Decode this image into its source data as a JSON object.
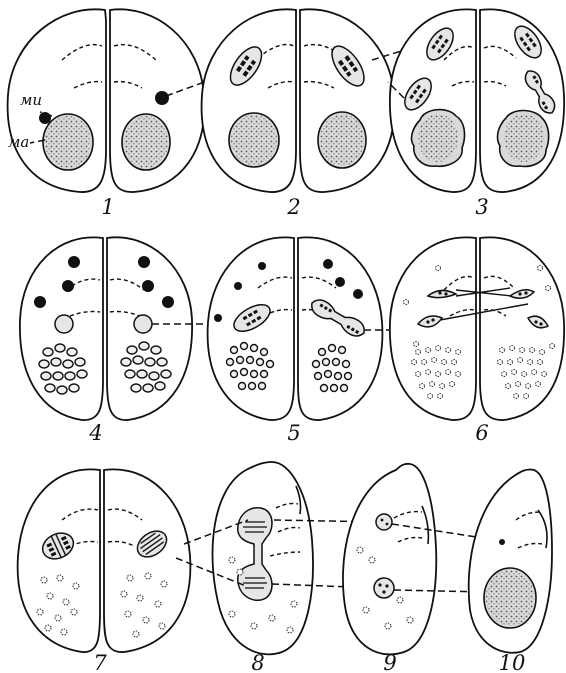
{
  "labels": {
    "micronucleus": "ми",
    "macronucleus": "ма"
  },
  "stages": [
    {
      "number": "1"
    },
    {
      "number": "2"
    },
    {
      "number": "3"
    },
    {
      "number": "4"
    },
    {
      "number": "5"
    },
    {
      "number": "6"
    },
    {
      "number": "7"
    },
    {
      "number": "8"
    },
    {
      "number": "9"
    },
    {
      "number": "10"
    }
  ]
}
